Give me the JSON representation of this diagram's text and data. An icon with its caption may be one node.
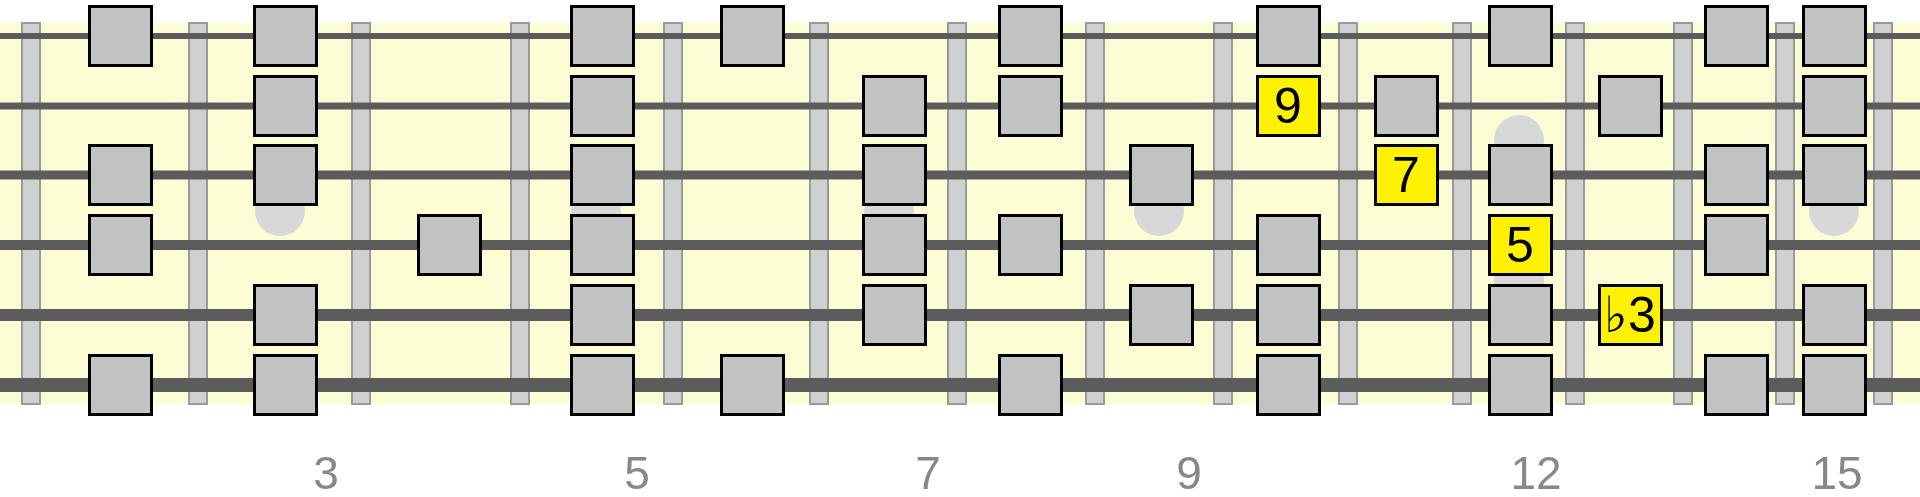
{
  "diagram": {
    "nodes": [
      {
        "text": [],
        "shape": "box"
      },
      {
        "text": [],
        "shape": "box"
      },
      {
        "text": [],
        "shape": "box"
      },
      {
        "text": [],
        "shape": "box"
      },
      {
        "text": [],
        "shape": "box"
      },
      {
        "text": [],
        "shape": "box"
      },
      {
        "text": [],
        "shape": "box"
      },
      {
        "text": [],
        "shape": "box"
      },
      {
        "text": [],
        "shape": "box"
      },
      {
        "text": [],
        "shape": "box"
      },
      {
        "text": [],
        "shape": "box"
      },
      {
        "text": [],
        "shape": "box"
      },
      {
        "text": [],
        "shape": "box"
      },
      {
        "text": [
          "9"
        ]
      },
      {
        "text": [],
        "shape": "box"
      },
      {
        "text": [],
        "shape": "box"
      },
      {
        "text": [],
        "shape": "box"
      },
      {
        "text": [],
        "shape": "box"
      },
      {
        "text": [],
        "shape": "box"
      },
      {
        "text": [],
        "shape": "box"
      },
      {
        "text": [],
        "shape": "box"
      },
      {
        "text": [],
        "shape": "box"
      },
      {
        "text": [
          "7"
        ]
      },
      {
        "text": [],
        "shape": "box"
      },
      {
        "text": [],
        "shape": "box"
      },
      {
        "text": [],
        "shape": "box"
      },
      {
        "text": [],
        "shape": "box"
      },
      {
        "text": [],
        "shape": "box"
      },
      {
        "text": [],
        "shape": "box"
      },
      {
        "text": [],
        "shape": "box"
      },
      {
        "text": [],
        "shape": "box"
      },
      {
        "text": [],
        "shape": "box"
      },
      {
        "text": [
          "5"
        ]
      },
      {
        "text": [],
        "shape": "box"
      },
      {
        "text": [],
        "shape": "box"
      },
      {
        "text": [],
        "shape": "box"
      },
      {
        "text": [],
        "shape": "box"
      },
      {
        "text": [],
        "shape": "box"
      },
      {
        "text": [],
        "shape": "box"
      },
      {
        "text": [],
        "shape": "box"
      },
      {
        "text": [
          "♭3"
        ]
      },
      {
        "text": [],
        "shape": "box"
      },
      {
        "text": [],
        "shape": "box"
      },
      {
        "text": [],
        "shape": "box"
      },
      {
        "text": [],
        "shape": "box"
      },
      {
        "text": [],
        "shape": "box"
      },
      {
        "text": [],
        "shape": "box"
      },
      {
        "text": [],
        "shape": "box"
      },
      {
        "text": [],
        "shape": "box"
      },
      {
        "text": [],
        "shape": "box"
      },
      {
        "text": [],
        "shape": "box"
      }
    ],
    "labels": [
      "3",
      "5",
      "7",
      "9",
      "12",
      "15"
    ]
  }
}
